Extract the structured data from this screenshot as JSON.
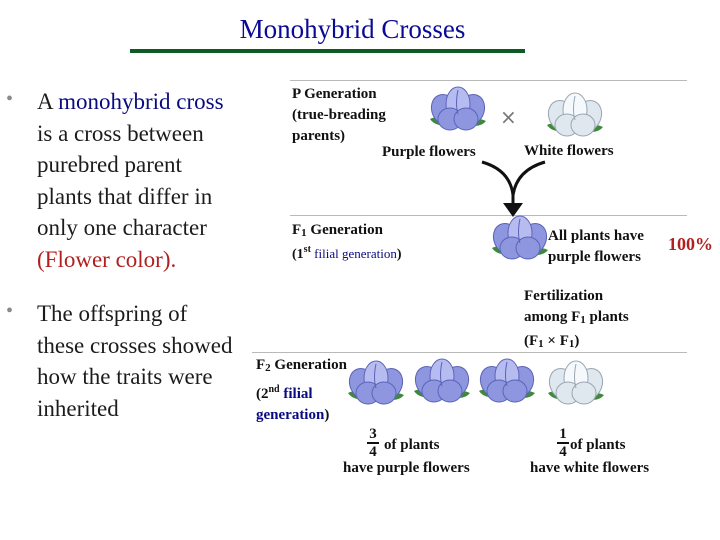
{
  "title": "Monohybrid Crosses",
  "bullets": [
    {
      "pre": "A ",
      "highlight": "monohybrid cross",
      "post": " is a cross between purebred parent plants that differ in only one character ",
      "paren": "(Flower color)."
    },
    {
      "text": "The offspring of these crosses showed how the traits were inherited"
    }
  ],
  "diagram": {
    "p_generation": {
      "label_line1": "P Generation",
      "label_line2": "(true-breading",
      "label_line3": "parents)",
      "cross_symbol": "×",
      "purple_caption": "Purple flowers",
      "white_caption": "White flowers"
    },
    "f1_generation": {
      "label": "F",
      "label_sub": "1",
      "label_rest": " Generation",
      "paren_open": "(1",
      "paren_sup": "st",
      "paren_text": " filial generation",
      "paren_close": ")",
      "caption_line1": "All plants have",
      "caption_line2": "purple flowers",
      "percent": "100%"
    },
    "fertilization": {
      "line1": "Fertilization",
      "line2_pre": "among F",
      "line2_sub": "1",
      "line2_post": " plants",
      "line3_open": "(F",
      "line3_sub1": "1",
      "line3_mid": " × F",
      "line3_sub2": "1",
      "line3_close": ")"
    },
    "f2_generation": {
      "label": "F",
      "label_sub": "2",
      "label_rest": " Generation",
      "paren_open": "(2",
      "paren_sup": "nd",
      "paren_text1": " filial",
      "paren_text2": "generation",
      "paren_close": ")",
      "purple_num": "3",
      "purple_den": "4",
      "purple_line1": "of plants",
      "purple_line2": "have purple flowers",
      "white_num": "1",
      "white_den": "4",
      "white_line1": "of plants",
      "white_line2": "have white flowers"
    },
    "colors": {
      "purple_flower": "#8e96e0",
      "white_flower": "#dfe7ef",
      "leaf": "#3f8a3a",
      "accent_blue": "#0a0a80",
      "accent_red": "#b02020"
    }
  }
}
